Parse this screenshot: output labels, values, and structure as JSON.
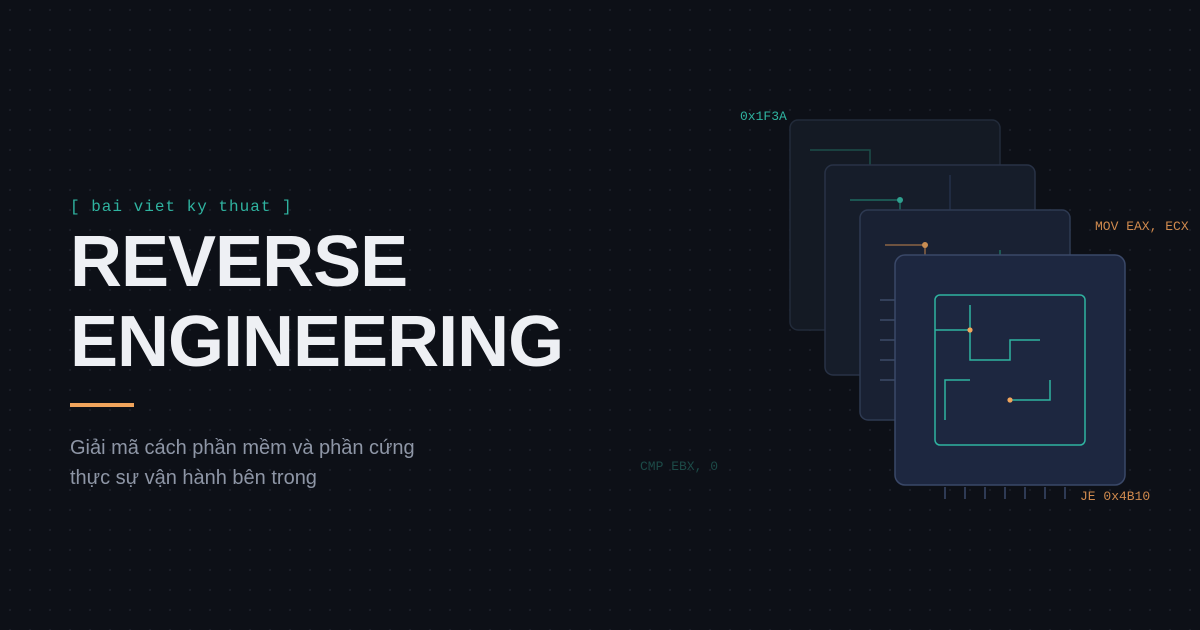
{
  "hero": {
    "kicker": "[ bai viet ky thuat ]",
    "title_line1": "REVERSE",
    "title_line2": "ENGINEERING",
    "subtitle_line1": "Giải mã cách phần mềm và phần cứng",
    "subtitle_line2": "thực sự vận hành bên trong"
  },
  "code_labels": {
    "address": "0x1F3A",
    "mov": "MOV EAX, ECX",
    "cmp": "CMP EBX, 0",
    "je": "JE 0x4B10"
  },
  "colors": {
    "background": "#0d1017",
    "teal": "#2fb3a0",
    "orange": "#f0a45c",
    "title": "#eef0f4",
    "subtitle": "#8e96a6",
    "chip_front": "#1d2740"
  },
  "icons": [
    "circuit-chip-stack-icon"
  ]
}
